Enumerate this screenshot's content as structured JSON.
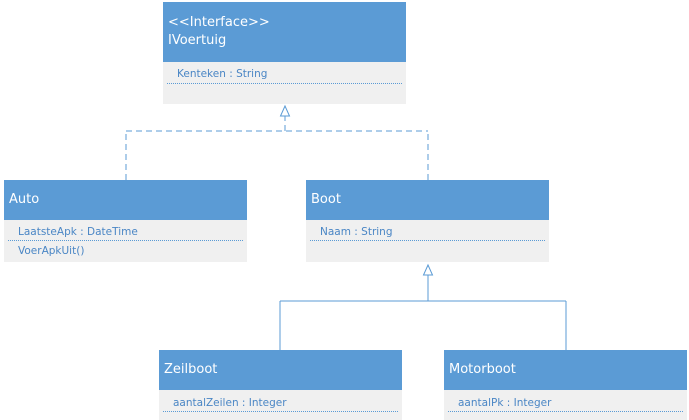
{
  "colors": {
    "header": "#5b9bd5",
    "body": "#f0f0f0",
    "line": "#5b9bd5",
    "text": "#4a86c5"
  },
  "classes": {
    "ivoertuig": {
      "stereotype": "<<Interface>>",
      "name": "IVoertuig",
      "attributes": [
        "Kenteken : String"
      ],
      "methods": []
    },
    "auto": {
      "name": "Auto",
      "attributes": [
        "LaatsteApk : DateTime"
      ],
      "methods": [
        "VoerApkUit()"
      ]
    },
    "boot": {
      "name": "Boot",
      "attributes": [
        "Naam : String"
      ],
      "methods": []
    },
    "zeilboot": {
      "name": "Zeilboot",
      "attributes": [
        "aantalZeilen : Integer"
      ],
      "methods": []
    },
    "motorboot": {
      "name": "Motorboot",
      "attributes": [
        "aantalPk : Integer"
      ],
      "methods": []
    }
  },
  "relations": [
    {
      "from": "auto",
      "to": "ivoertuig",
      "kind": "realization"
    },
    {
      "from": "boot",
      "to": "ivoertuig",
      "kind": "realization"
    },
    {
      "from": "zeilboot",
      "to": "boot",
      "kind": "generalization"
    },
    {
      "from": "motorboot",
      "to": "boot",
      "kind": "generalization"
    }
  ]
}
